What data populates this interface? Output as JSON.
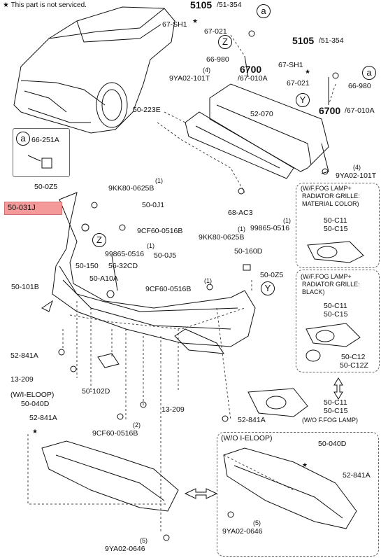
{
  "note": "★ This part is not serviced.",
  "callouts": {
    "a": "a",
    "z": "Z",
    "y": "Y"
  },
  "labels": {
    "ref_5105_top_main": "5105",
    "ref_5105_top_sub": "/51-354",
    "sh1_top": "67-SH1",
    "p67021_top": "67-021",
    "p66980_top": "66-980",
    "ref_6700_top_main": "6700",
    "ref_6700_top_sub": "/67-010A",
    "qty4_top": "(4)",
    "ya02_top": "9YA02-101T",
    "ref_5105_mid_main": "5105",
    "ref_5105_mid_sub": "/51-354",
    "sh1_mid": "67-SH1",
    "p67021_mid": "67-021",
    "p66980_mid": "66-980",
    "ref_6700_mid_main": "6700",
    "ref_6700_mid_sub": "/67-010A",
    "p50223e": "50-223E",
    "p52070": "52-070",
    "p66251a": "66-251A",
    "qty4_right": "(4)",
    "ya02_right": "9YA02-101T",
    "p500z5_left": "50-0Z5",
    "qty1_a": "(1)",
    "kk80_a": "9KK80-0625B",
    "p500j1": "50-0J1",
    "p50031j": "50-031J",
    "cf60_a": "9CF60-0516B",
    "p68ac3": "68-AC3",
    "qty1_b": "(1)",
    "kk80_b": "9KK80-0625B",
    "qty1_c": "(1)",
    "p99865_right": "99865-0516",
    "p99865_center": "99865-0516",
    "qty1_d": "(1)",
    "p500j5": "50-0J5",
    "p50160d": "50-160D",
    "p50150": "50-150",
    "p5632cd": "56-32CD",
    "p500z5_right": "50-0Z5",
    "p50a10a": "50-A10A",
    "qty1_e": "(1)",
    "cf60_b": "9CF60-0516B",
    "p50101b": "50-101B",
    "fog_a_line1": "(W/F.FOG LAMP+",
    "fog_a_line2": "RADIATOR GRILLE:",
    "fog_a_line3": "MATERIAL COLOR)",
    "fog_a_c11": "50-C11",
    "fog_a_c15": "50-C15",
    "fog_b_line1": "(W/F.FOG LAMP+",
    "fog_b_line2": "RADIATOR GRILLE:",
    "fog_b_line3": "BLACK)",
    "fog_b_c11": "50-C11",
    "fog_b_c15": "50-C15",
    "fog_b_c12": "50-C12",
    "fog_b_c12z": "50-C12Z",
    "p52841a_left": "52-841A",
    "p13209_a": "13-209",
    "p50102d": "50-102D",
    "wo_fog_c11": "50-C11",
    "wo_fog_c15": "50-C15",
    "wo_fog_label": "(W/O F.FOG LAMP)",
    "w_eloop": "(W/I-ELOOP)",
    "p50040d_left": "50-040D",
    "p52841a_b": "52-841A",
    "p13209_b": "13-209",
    "p52841a_c": "52-841A",
    "qty2": "(2)",
    "cf60_c": "9CF60-0516B",
    "wo_eloop": "(W/O I-ELOOP)",
    "p50040d_right": "50-040D",
    "p52841a_right": "52-841A",
    "qty5_left": "(5)",
    "ya02_left": "9YA02-0646",
    "qty5_right": "(5)",
    "ya02_right_bottom": "9YA02-0646",
    "star": "★"
  },
  "colors": {
    "highlight": "#f49a9a",
    "line": "#111111",
    "dashed": "#666666"
  },
  "icons": [
    "car-icon",
    "bumper-icon",
    "reinforcement-icon",
    "fog-lamp-icon",
    "under-cover-icon",
    "double-arrow-icon"
  ]
}
